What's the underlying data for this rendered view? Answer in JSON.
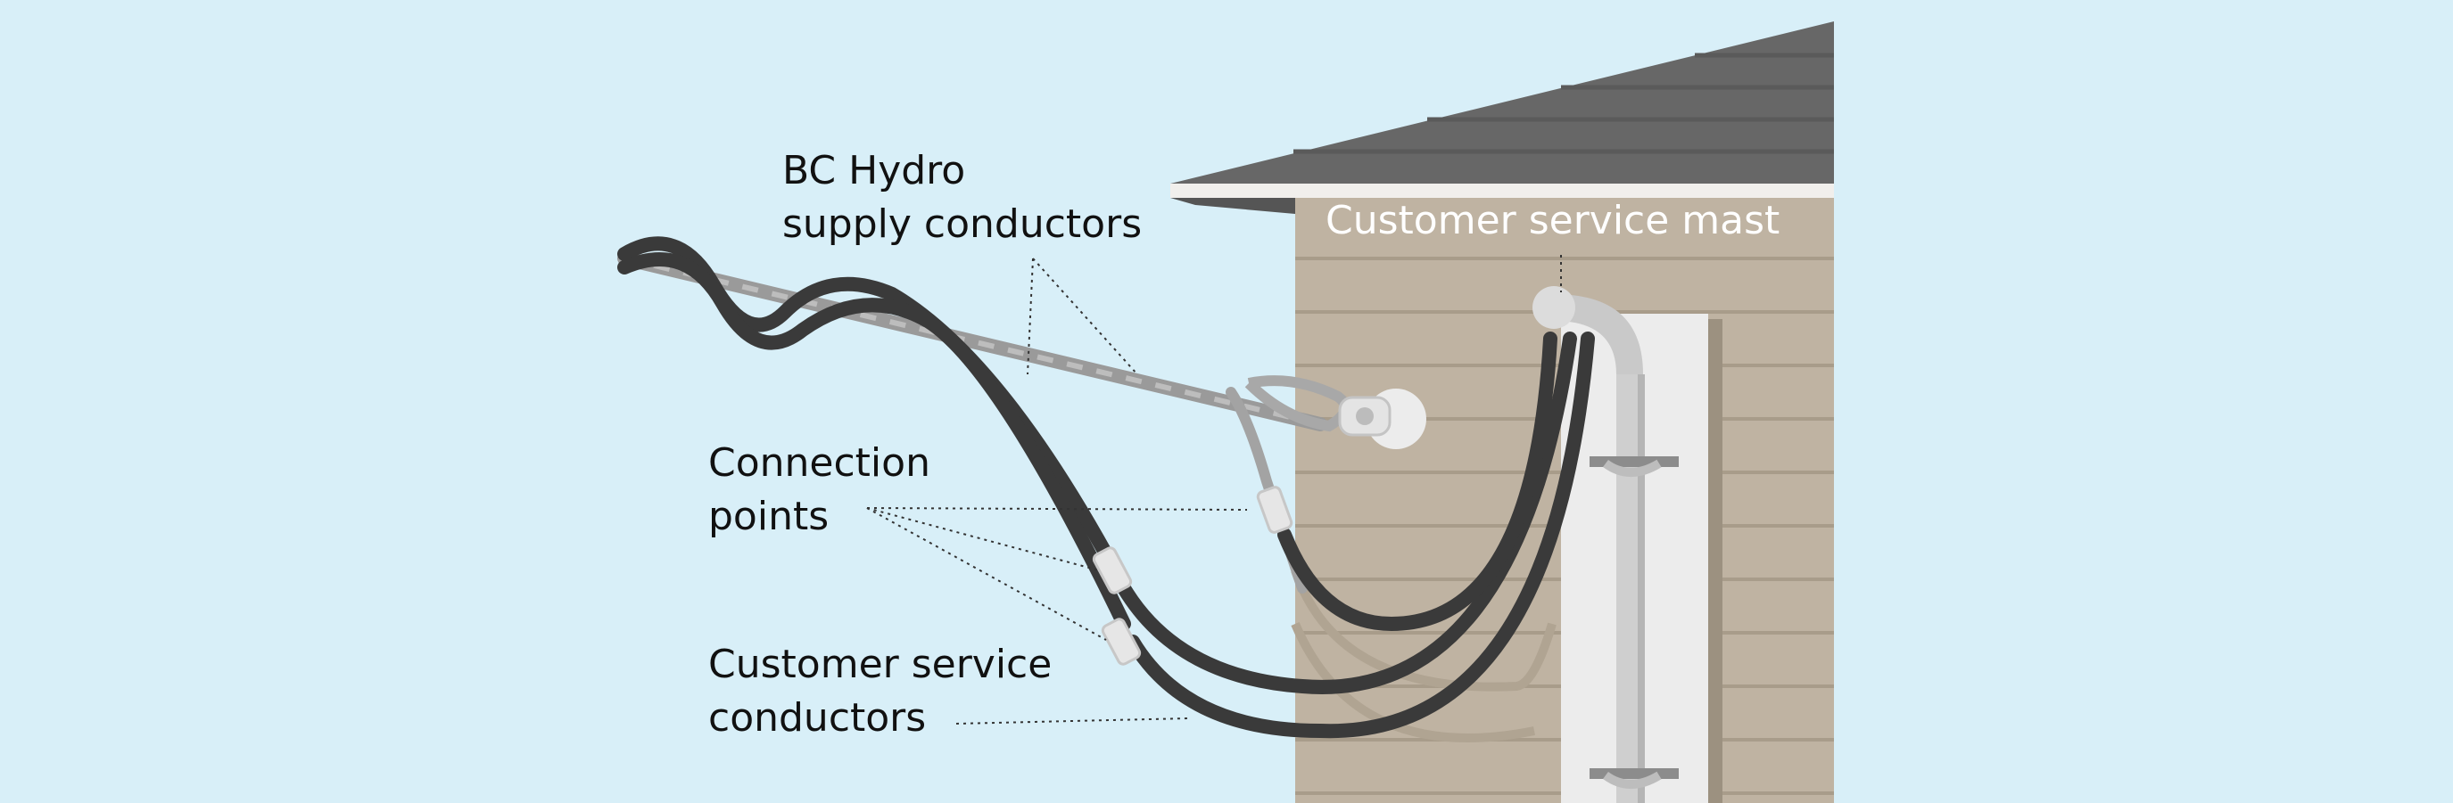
{
  "labels": {
    "bc_hydro_line1": "BC Hydro",
    "bc_hydro_line2": "supply conductors",
    "connection_line1": "Connection",
    "connection_line2": "points",
    "customer_conductors_line1": "Customer service",
    "customer_conductors_line2": "conductors",
    "mast": "Customer service mast"
  },
  "colors": {
    "sky": "#d8eff8",
    "roof": "#676767",
    "siding": "#bfb3a2",
    "conductor": "#3a3a3a",
    "supply_wire": "#9a9a9a",
    "mast": "#d9d9d9",
    "label_text": "#111111",
    "mast_label_text": "#ffffff"
  }
}
